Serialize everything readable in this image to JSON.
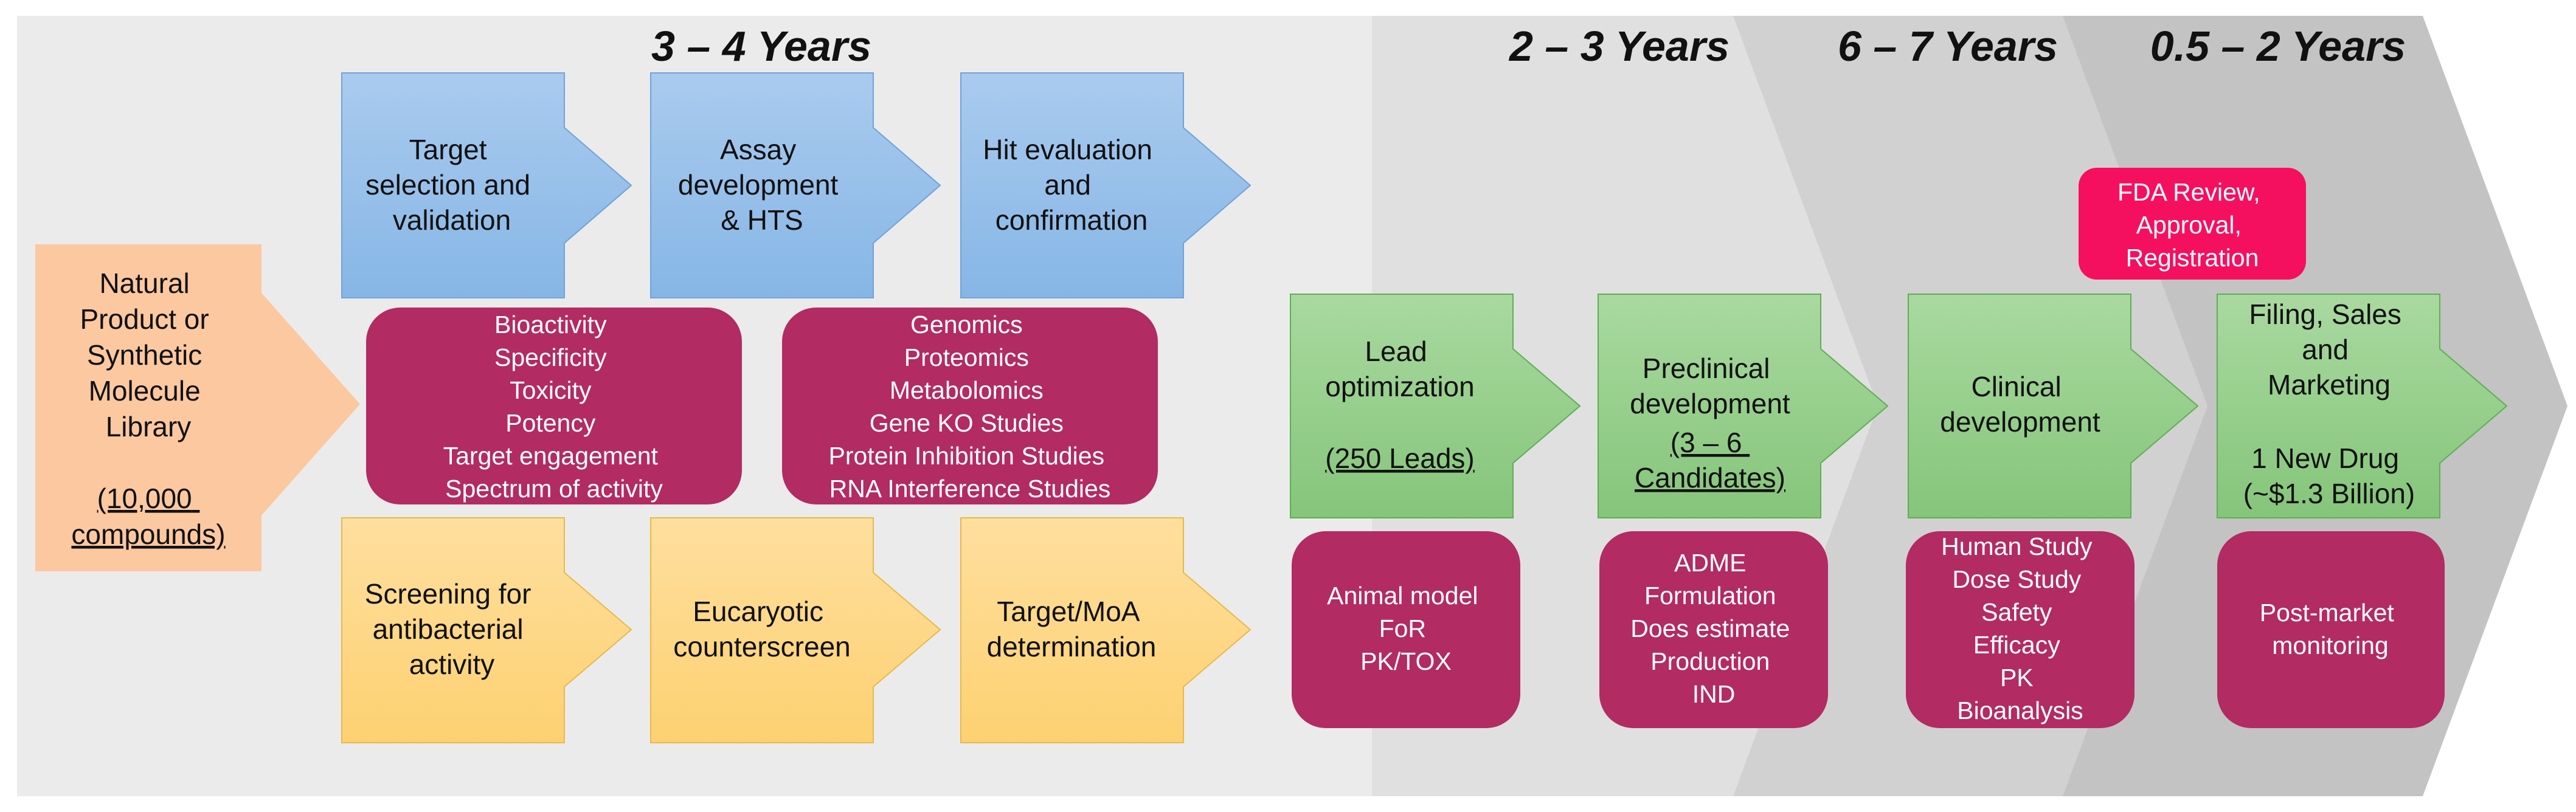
{
  "phases": [
    {
      "id": "discovery",
      "label": "3 – 4 Years"
    },
    {
      "id": "preclinical",
      "label": "2 – 3 Years"
    },
    {
      "id": "clinical",
      "label": "6 – 7 Years"
    },
    {
      "id": "approval",
      "label": "0.5 – 2 Years"
    }
  ],
  "library": {
    "lines": [
      "Natural",
      "Product or",
      "Synthetic",
      "Molecule",
      "Library"
    ],
    "count_lines": [
      "(10,000",
      "compounds)"
    ]
  },
  "blue_steps": [
    {
      "lines": [
        "Target",
        "selection and",
        "validation"
      ]
    },
    {
      "lines": [
        "Assay",
        "development",
        "& HTS"
      ]
    },
    {
      "lines": [
        "Hit evaluation",
        "and",
        "confirmation"
      ]
    }
  ],
  "yellow_steps": [
    {
      "lines": [
        "Screening for",
        "antibacterial",
        "activity"
      ]
    },
    {
      "lines": [
        "Eucaryotic",
        "counterscreen"
      ]
    },
    {
      "lines": [
        "Target/MoA",
        "determination"
      ]
    }
  ],
  "discovery_details": [
    {
      "lines": [
        "Bioactivity",
        "Specificity",
        "Toxicity",
        "Potency",
        "Target engagement",
        "Spectrum of activity"
      ]
    },
    {
      "lines": [
        "Genomics",
        "Proteomics",
        "Metabolomics",
        "Gene KO Studies",
        "Protein Inhibition Studies",
        "RNA Interference Studies"
      ]
    }
  ],
  "green_steps": [
    {
      "lines": [
        "Lead",
        "optimization"
      ],
      "sub_lines": [
        "(250 Leads)"
      ]
    },
    {
      "lines": [
        "Preclinical",
        "development"
      ],
      "sub_lines": [
        "(3 – 6",
        "Candidates)"
      ]
    },
    {
      "lines": [
        "Clinical",
        "development"
      ],
      "sub_lines": []
    },
    {
      "lines": [
        "Filing, Sales",
        "and",
        "Marketing"
      ],
      "sub_lines": [
        "1 New Drug",
        "(~$1.3 Billion)"
      ]
    }
  ],
  "green_details": [
    {
      "lines": [
        "Animal model",
        "FoR",
        "PK/TOX"
      ]
    },
    {
      "lines": [
        "ADME",
        "Formulation",
        "Does estimate",
        "Production",
        "IND"
      ]
    },
    {
      "lines": [
        "Human Study",
        "Dose Study",
        "Safety",
        "Efficacy",
        "PK",
        "Bioanalysis"
      ]
    },
    {
      "lines": [
        "Post-market",
        "monitoring"
      ]
    }
  ],
  "fda_box": {
    "lines": [
      "FDA Review,",
      "Approval,",
      "Registration"
    ]
  },
  "colors": {
    "background_panel": "#ebebeb",
    "chevron_2": "#e0e0e0",
    "chevron_3": "#d1d1d1",
    "chevron_4": "#c3c3c3",
    "library": "#fcc8a0",
    "blue_top": "#aacbee",
    "blue_bottom": "#86b6e6",
    "yellow_top": "#ffdf9f",
    "yellow_bottom": "#fdd171",
    "green_top": "#a9d9a0",
    "green_bottom": "#85c57a",
    "detail_box": "#b22b62",
    "fda_box": "#f5105f",
    "text_dark": "#111111",
    "text_light": "#ffffff"
  }
}
